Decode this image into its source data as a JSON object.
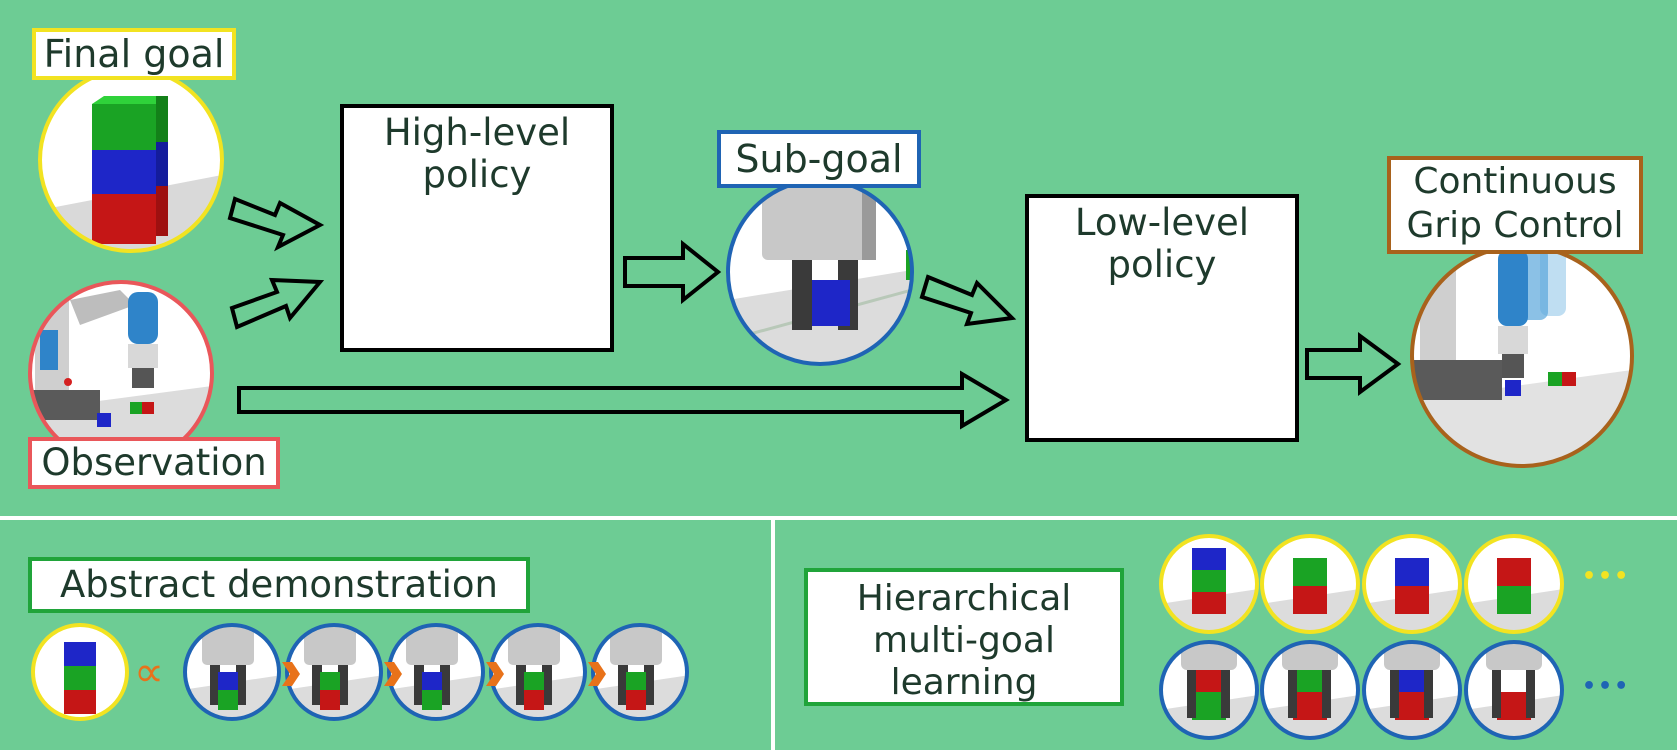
{
  "labels": {
    "final_goal": "Final goal",
    "observation": "Observation",
    "sub_goal": "Sub-goal",
    "continuous_grip": [
      "Continuous",
      "Grip Control"
    ],
    "abstract_demo": "Abstract demonstration",
    "hml": [
      "Hierarchical",
      "multi-goal",
      "learning"
    ]
  },
  "policies": {
    "high": [
      "High-level",
      "policy"
    ],
    "low": [
      "Low-level",
      "policy"
    ]
  },
  "symbols": {
    "proportional": "∝",
    "ellipsis": "•••"
  },
  "colors": {
    "background": "#6dcc94",
    "final_goal_border": "#f2e321",
    "observation_border": "#e9575a",
    "sub_goal_border": "#1f64b4",
    "continuous_border": "#a8621c",
    "section_border": "#20a43a",
    "demo_chevron": "#e8721a"
  }
}
